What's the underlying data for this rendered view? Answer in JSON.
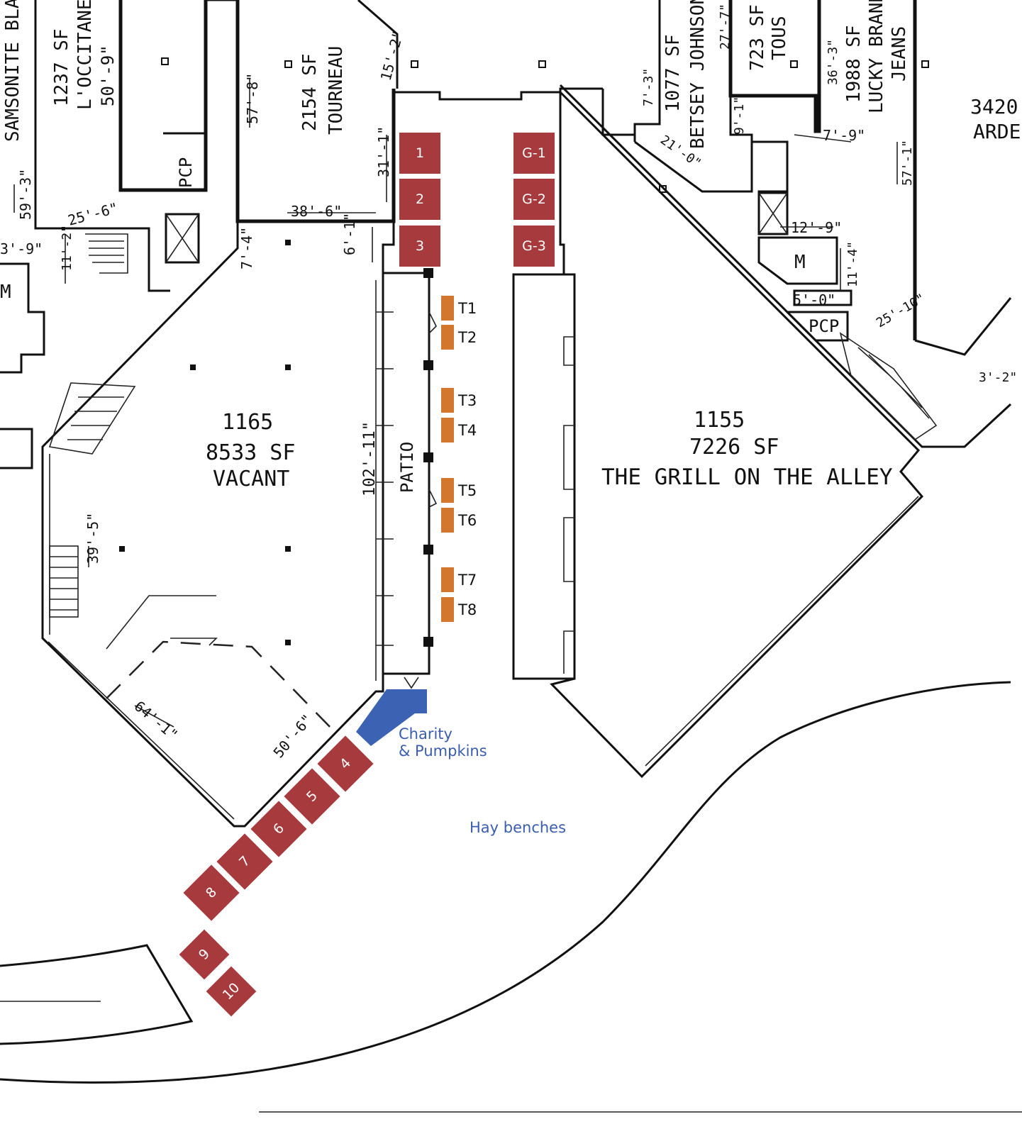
{
  "colors": {
    "booth": "#a63a3d",
    "table": "#d4772e",
    "charity": "#3b62b3",
    "annotation_text": "#3a5db0",
    "plan_lines": "#111111"
  },
  "stores": {
    "samsonite": "SAMSONITE BLACK LABEL",
    "loccitane_sf": "1237 SF",
    "loccitane_name": "L'OCCITANE",
    "loccitane_dim": "50'-9\"",
    "tourneau_sf": "2154 SF",
    "tourneau_name": "TOURNEAU",
    "betsey_sf": "1077 SF",
    "betsey_name": "BETSEY JOHNSON",
    "tous_sf": "723 SF",
    "tous_name": "TOUS",
    "lucky_sf": "1988 SF",
    "lucky_name": "LUCKY BRAND",
    "lucky_name2": "JEANS",
    "arden_sf": "3420",
    "arden_name": "ARDE",
    "vacant_unit": "1165",
    "vacant_sf": "8533 SF",
    "vacant_name": "VACANT",
    "grill_unit": "1155",
    "grill_sf": "7226 SF",
    "grill_name": "THE GRILL ON THE ALLEY",
    "patio": "PATIO",
    "patio_dim": "102'-11\"",
    "pcp": "PCP",
    "m": "M"
  },
  "dimensions": {
    "d1": "59'-3\"",
    "d2": "25'-6\"",
    "d3": "31'-1\"",
    "d4": "38'-6\"",
    "d5": "57'-8\"",
    "d6": "15'-2\"",
    "d7": "7'-4\"",
    "d8": "6'-1\"",
    "d9": "3'-9\"",
    "d10": "11'-2\"",
    "d11": "39'-5\"",
    "d12": "64'-1\"",
    "d13": "50'-6\"",
    "d14": "7'-9\"",
    "d15": "12'-9\"",
    "d16": "5'-0\"",
    "d17": "11'-4\"",
    "d18": "25'-10\"",
    "d19": "36'-3\"",
    "d20": "57'-1\"",
    "d21": "7'-3\"",
    "d22": "27'-7\"",
    "d23": "21'-0\"",
    "d24": "9'-1\"",
    "d25": "3'-2\""
  },
  "booths": [
    {
      "label": "1"
    },
    {
      "label": "2"
    },
    {
      "label": "3"
    },
    {
      "label": "G-1"
    },
    {
      "label": "G-2"
    },
    {
      "label": "G-3"
    },
    {
      "label": "4"
    },
    {
      "label": "5"
    },
    {
      "label": "6"
    },
    {
      "label": "7"
    },
    {
      "label": "8"
    },
    {
      "label": "9"
    },
    {
      "label": "10"
    }
  ],
  "tables": [
    {
      "label": "T1"
    },
    {
      "label": "T2"
    },
    {
      "label": "T3"
    },
    {
      "label": "T4"
    },
    {
      "label": "T5"
    },
    {
      "label": "T6"
    },
    {
      "label": "T7"
    },
    {
      "label": "T8"
    }
  ],
  "annotations": {
    "charity_line1": "Charity",
    "charity_line2": "& Pumpkins",
    "hay_benches": "Hay benches"
  }
}
